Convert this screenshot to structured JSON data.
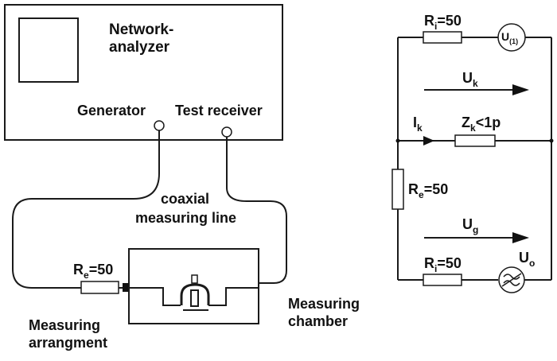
{
  "left": {
    "analyzer_label_line1": "Network-",
    "analyzer_label_line2": "analyzer",
    "generator_label": "Generator",
    "receiver_label": "Test receiver",
    "cable_label_line1": "coaxial",
    "cable_label_line2": "measuring line",
    "resistor_label_main": "R",
    "resistor_label_sub": "e",
    "resistor_label_value": "=50",
    "chamber_label_line1": "Measuring",
    "chamber_label_line2": "chamber",
    "arrangement_label_line1": "Measuring",
    "arrangement_label_line2": "arrangment"
  },
  "right": {
    "ri_top_main": "R",
    "ri_top_sub": "i",
    "ri_top_value": "=50",
    "source_top_main": "U",
    "source_top_sub": "(1)",
    "uk_main": "U",
    "uk_sub": "k",
    "ik_main": "I",
    "ik_sub": "k",
    "zk_main": "Z",
    "zk_sub": "k",
    "zk_value": "<1p",
    "re_main": "R",
    "re_sub": "e",
    "re_value": "=50",
    "ug_main": "U",
    "ug_sub": "g",
    "ri_bottom_main": "R",
    "ri_bottom_sub": "i",
    "ri_bottom_value": "=50",
    "uo_main": "U",
    "uo_sub": "o"
  }
}
